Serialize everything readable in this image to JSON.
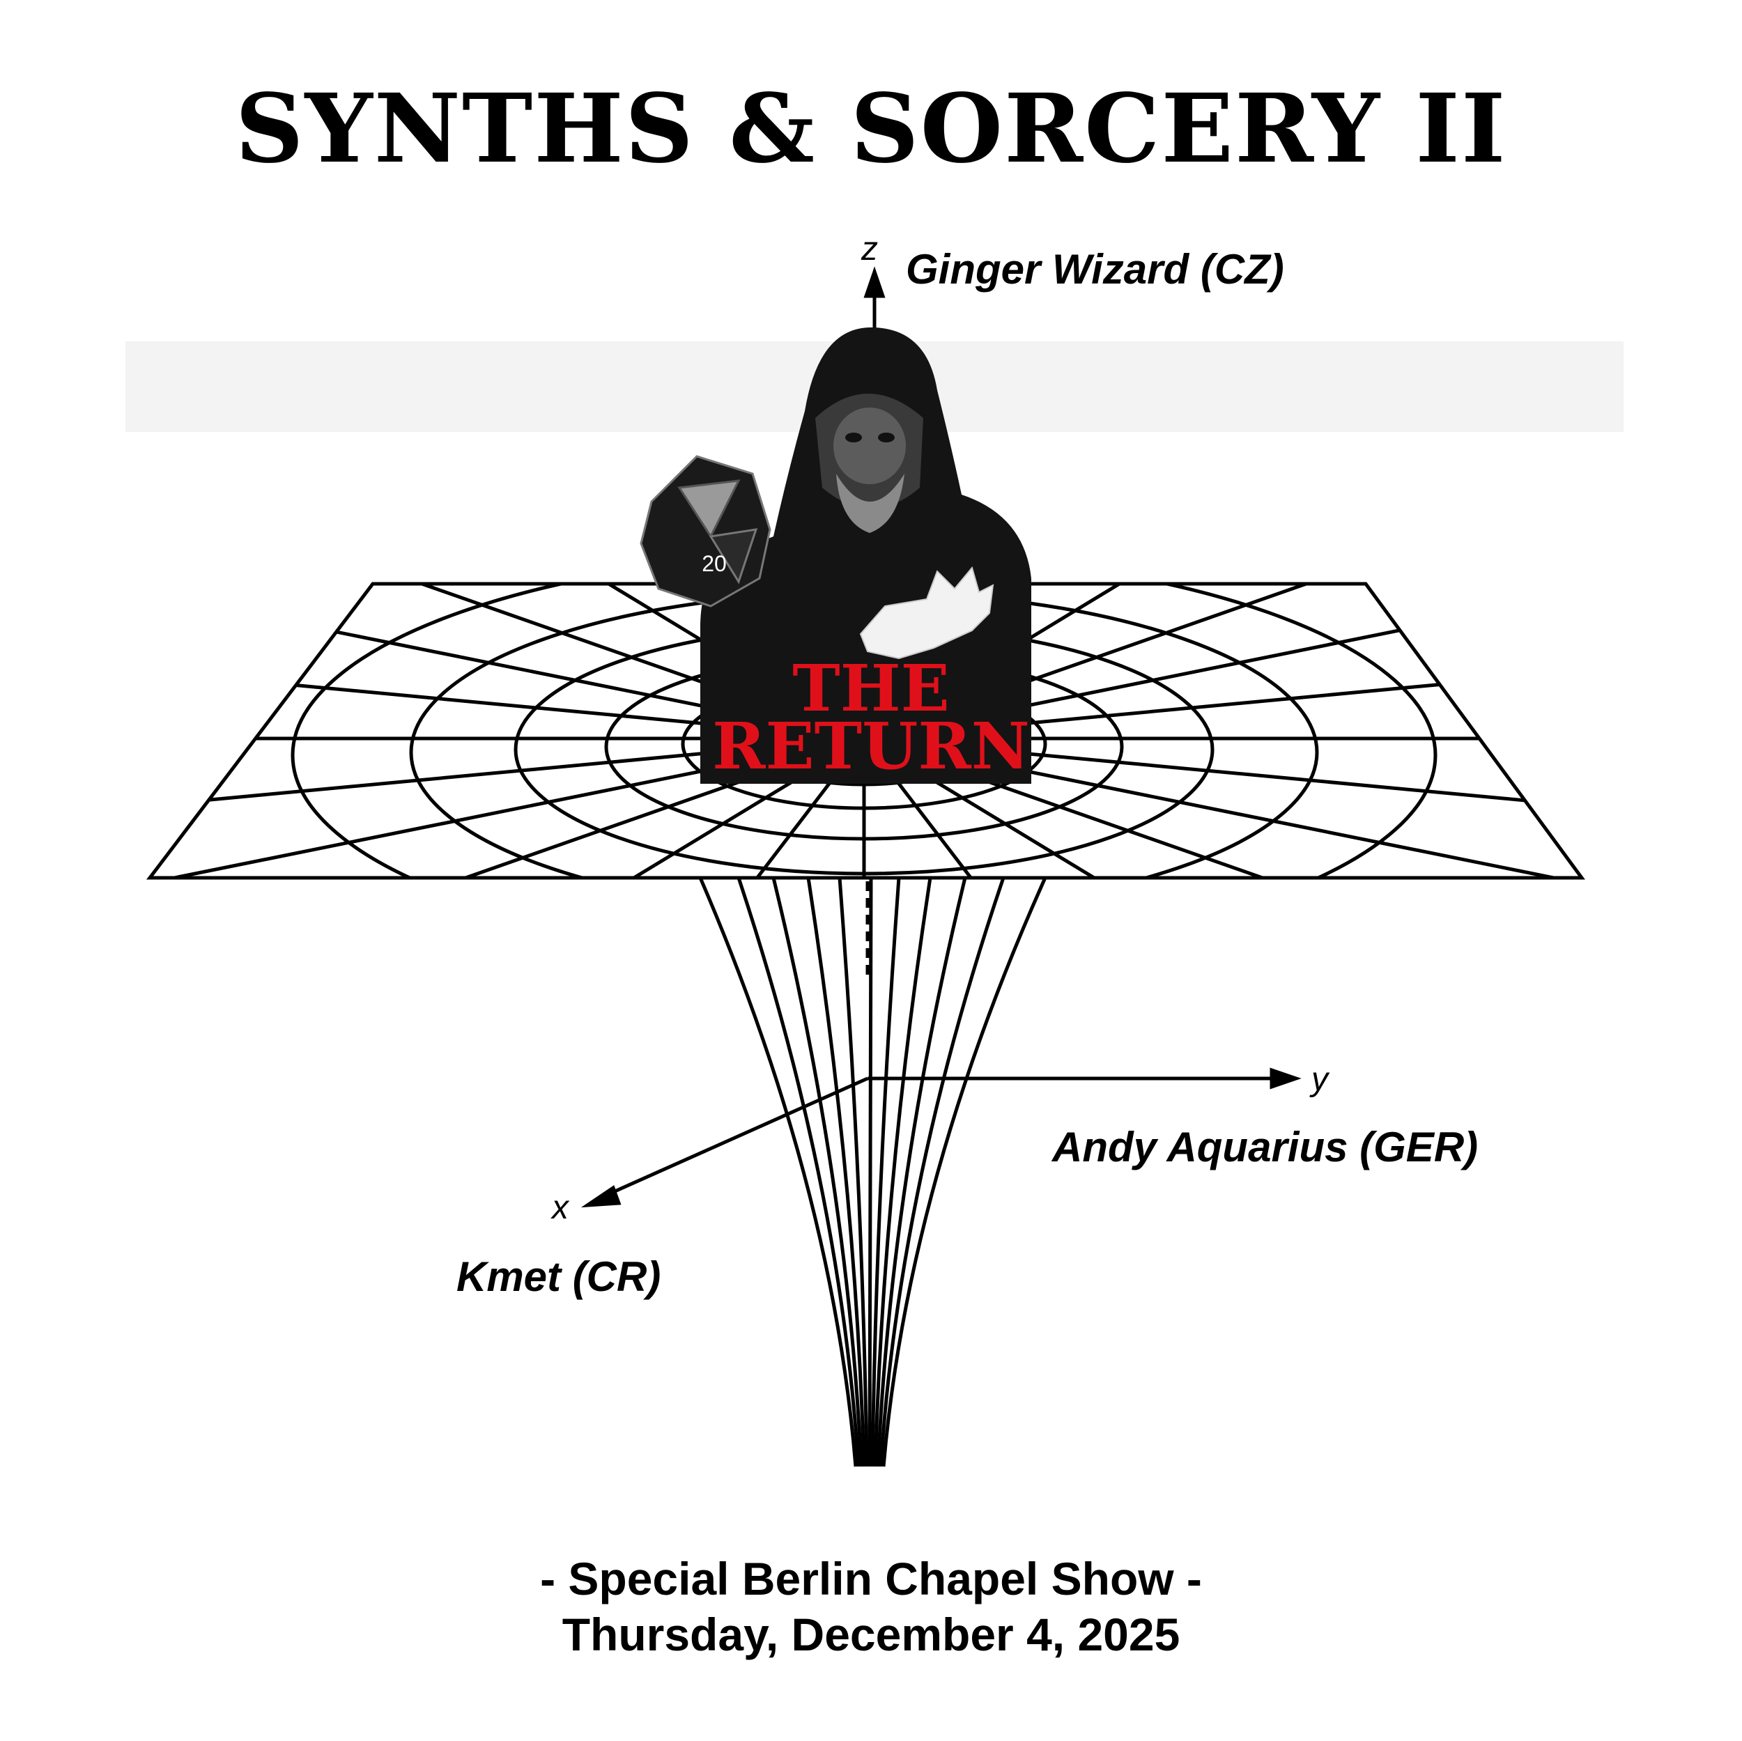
{
  "poster": {
    "title": "SYNTHS & SORCERY II",
    "overlay_line1": "THE",
    "overlay_line2": "RETURN",
    "artists": {
      "top": "Ginger Wizard (CZ)",
      "right": "Andy Aquarius (GER)",
      "left": "Kmet (CR)"
    },
    "axes": {
      "z": "z",
      "y": "y",
      "x": "x"
    },
    "dice_number": "20",
    "footer_line1": "- Special Berlin Chapel Show -",
    "footer_line2": "Thursday, December 4, 2025"
  },
  "icons": [
    "wizard-figure",
    "d20-dice",
    "gravity-well-grid"
  ],
  "colors": {
    "background": "#ffffff",
    "ink": "#000000",
    "accent_red": "#e0101a"
  }
}
